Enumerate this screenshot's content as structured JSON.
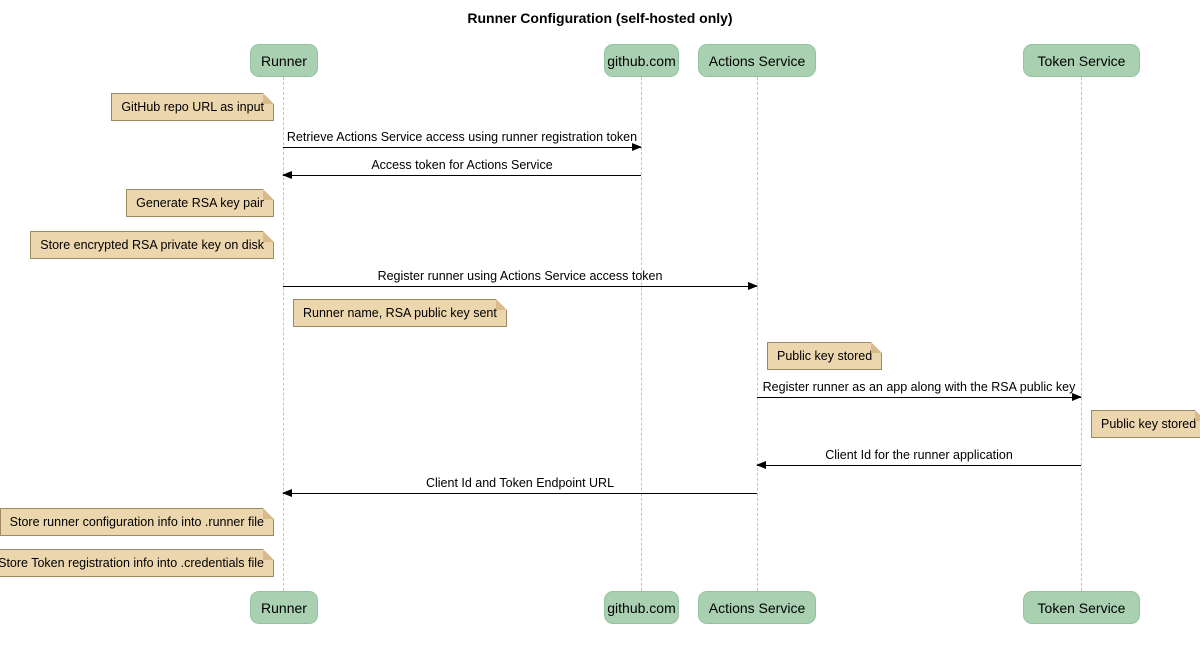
{
  "title": "Runner Configuration (self-hosted only)",
  "participants": [
    {
      "id": "runner",
      "label": "Runner"
    },
    {
      "id": "github",
      "label": "github.com"
    },
    {
      "id": "actions-service",
      "label": "Actions Service"
    },
    {
      "id": "token-service",
      "label": "Token Service"
    }
  ],
  "messages": [
    {
      "from": "Runner",
      "to": "github.com",
      "text": "Retrieve Actions Service access using runner registration token"
    },
    {
      "from": "github.com",
      "to": "Runner",
      "text": "Access token for Actions Service"
    },
    {
      "from": "Runner",
      "to": "Actions Service",
      "text": "Register runner using Actions Service access token"
    },
    {
      "from": "Actions Service",
      "to": "Token Service",
      "text": "Register runner as an app along with the RSA public key"
    },
    {
      "from": "Token Service",
      "to": "Actions Service",
      "text": "Client Id for the runner application"
    },
    {
      "from": "Actions Service",
      "to": "Runner",
      "text": "Client Id and Token Endpoint URL"
    }
  ],
  "notes": [
    {
      "position": "left of Runner",
      "text": "GitHub repo URL as input"
    },
    {
      "position": "left of Runner",
      "text": "Generate RSA key pair"
    },
    {
      "position": "left of Runner",
      "text": "Store encrypted RSA private key on disk"
    },
    {
      "position": "right of Runner",
      "text": "Runner name, RSA public key sent"
    },
    {
      "position": "right of Actions Service",
      "text": "Public key stored"
    },
    {
      "position": "right of Token Service",
      "text": "Public key stored"
    },
    {
      "position": "left of Runner",
      "text": "Store runner configuration info into .runner file"
    },
    {
      "position": "left of Runner",
      "text": "Store Token registration info into .credentials file"
    }
  ],
  "colors": {
    "background": "#ffffff",
    "participant_fill": "#a9d1b1",
    "participant_border": "#94c2a0",
    "note_fill": "#ecd6ae",
    "note_border": "#9d8a62",
    "note_fold": "#d9ba8a",
    "lifeline": "#c3c3c3",
    "arrow": "#000000"
  }
}
